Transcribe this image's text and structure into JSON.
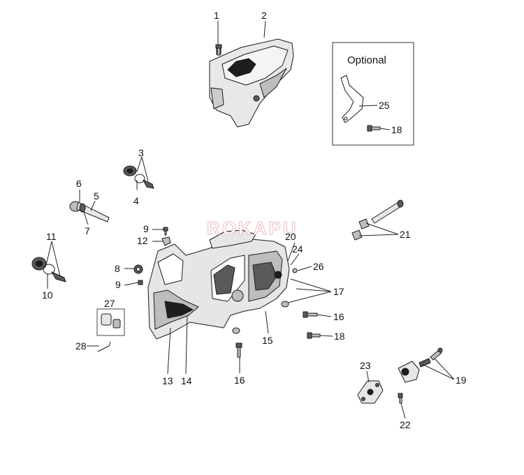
{
  "diagram": {
    "optional_box_title": "Optional",
    "watermark": "ROKAPU",
    "colors": {
      "line": "#222222",
      "part_light": "#e6e6e6",
      "part_mid": "#bdbdbd",
      "part_dark": "#5a5a5a",
      "part_black": "#1e1e1e",
      "watermark": "#f0b8b8"
    },
    "callouts": [
      "1",
      "2",
      "3",
      "4",
      "5",
      "6",
      "7",
      "8",
      "9",
      "9",
      "10",
      "11",
      "12",
      "13",
      "14",
      "15",
      "16",
      "16",
      "17",
      "18",
      "18",
      "19",
      "20",
      "21",
      "22",
      "23",
      "24",
      "25",
      "26",
      "27",
      "28"
    ]
  }
}
